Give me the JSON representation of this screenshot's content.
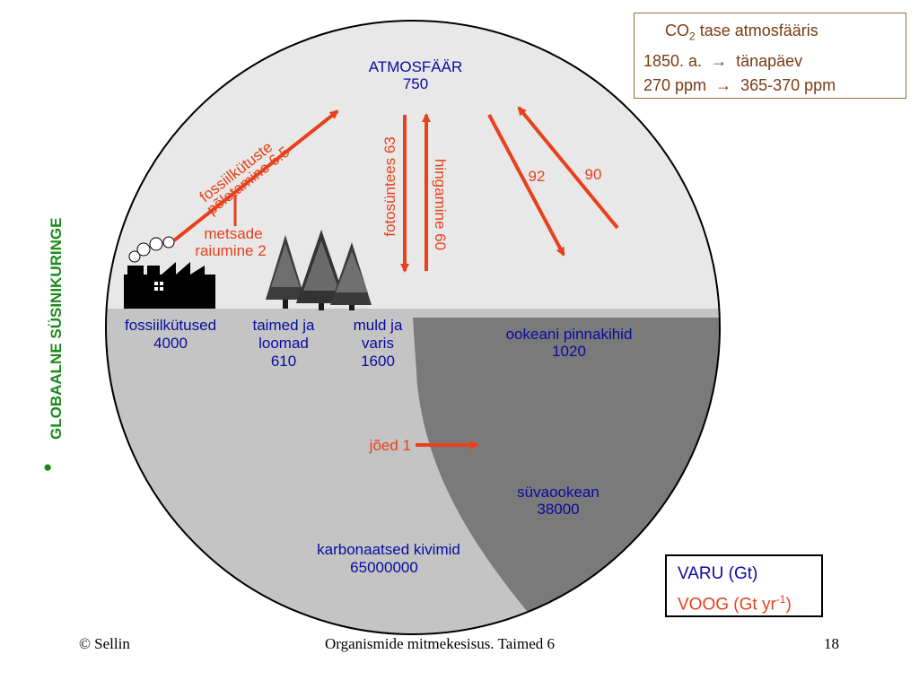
{
  "side_title": "GLOBAALNE  SÜSINIKURINGE",
  "bullet": "●",
  "atmosphere": {
    "name": "ATMOSFÄÄR",
    "value": "750"
  },
  "stocks": [
    {
      "name": "fossiilkütused",
      "value": "4000"
    },
    {
      "name_line1": "taimed ja",
      "name_line2": "loomad",
      "value": "610"
    },
    {
      "name_line1": "muld ja",
      "name_line2": "varis",
      "value": "1600"
    },
    {
      "name": "ookeani pinnakihid",
      "value": "1020"
    },
    {
      "name": "süvaookean",
      "value": "38000"
    },
    {
      "name": "karbonaatsed kivimid",
      "value": "65000000"
    }
  ],
  "flows": {
    "fossil_line1": "fossiilkütuste",
    "fossil_line2": "põletamine  6.5",
    "deforest_line1": "metsade",
    "deforest_line2": "raiumine  2",
    "photosynthesis": "fotosüntees  63",
    "respiration": "hingamine  60",
    "ocean_down": "92",
    "ocean_up": "90",
    "rivers": "jõed  1"
  },
  "co2_box": {
    "title_pre": "CO",
    "title_sub": "2",
    "title_post": " tase atmosfääris",
    "row1_left": "1850. a.",
    "row1_arrow": "→",
    "row1_right": "tänapäev",
    "row2_left": "270 ppm",
    "row2_arrow": "→",
    "row2_right": "365-370 ppm"
  },
  "legend": {
    "stock_label": "VARU (Gt)",
    "flux_pre": "VOOG (Gt yr",
    "flux_sup": "-1",
    "flux_post": ")"
  },
  "footer": {
    "left": "© Sellin",
    "center": "Organismide mitmekesisus. Taimed 6",
    "right": "18"
  },
  "colors": {
    "stock_text": "#0a0aa0",
    "flow_text": "#e8401c",
    "title_green": "#1a8a1a",
    "atmosphere_fill": "#e8e8e8",
    "land_fill": "#c4c4c4",
    "ocean_fill": "#7a7a7a"
  }
}
